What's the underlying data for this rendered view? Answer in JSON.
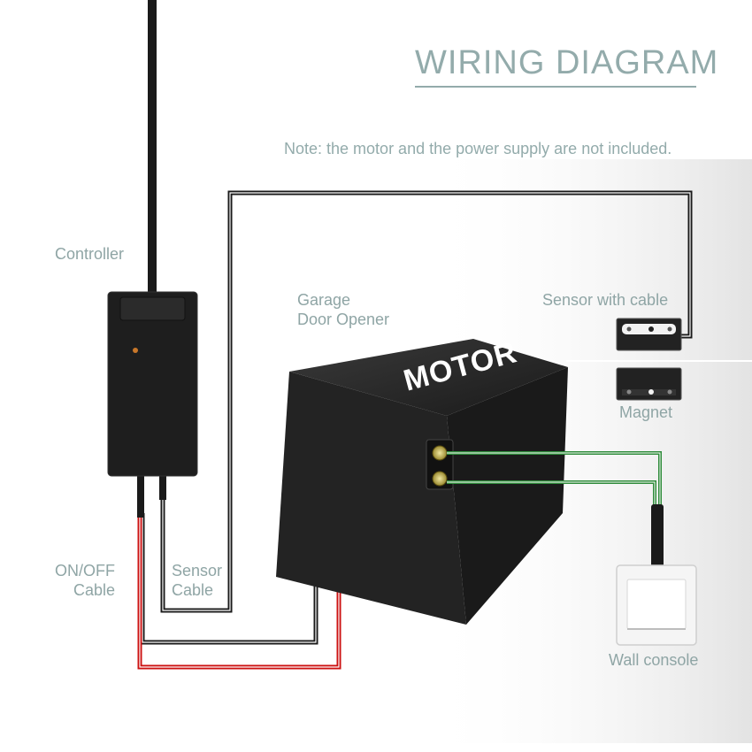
{
  "title": "WIRING DIAGRAM",
  "note": "Note: the motor and the power supply are not included.",
  "labels": {
    "controller": "Controller",
    "garage_line1": "Garage",
    "garage_line2": "Door Opener",
    "sensor_with_cable": "Sensor with cable",
    "magnet": "Magnet",
    "onoff_line1": "ON/OFF",
    "onoff_line2": "Cable",
    "sensor_line1": "Sensor",
    "sensor_line2": "Cable",
    "wall_console": "Wall console",
    "motor": "MOTOR"
  },
  "colors": {
    "title": "#93abab",
    "label": "#8fa5a5",
    "cable_black": "#1a1a1a",
    "cable_red": "#cc1111",
    "cable_green": "#2e8b3a",
    "motor_body": "#232323",
    "device": "#1e1e1e"
  }
}
